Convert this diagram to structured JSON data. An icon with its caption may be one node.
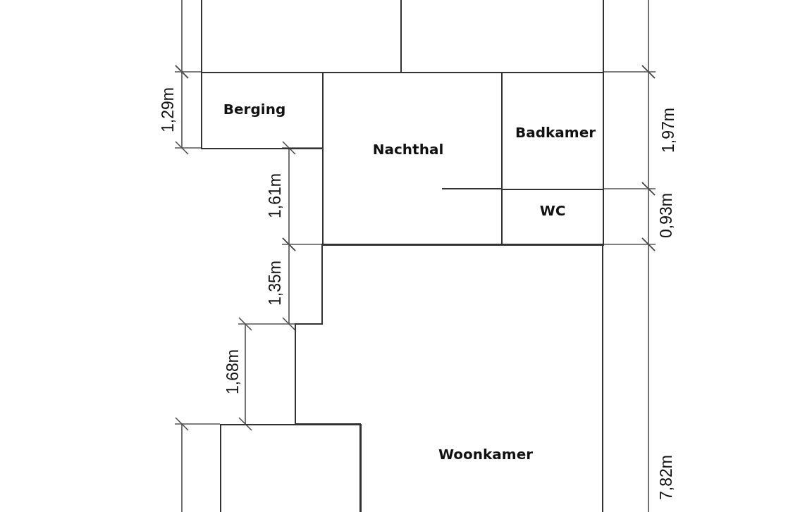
{
  "diagram": {
    "nodes": [
      {
        "text": [],
        "shape": "box"
      },
      {
        "text": [],
        "shape": "box"
      },
      {
        "text": [
          "Berging"
        ]
      },
      {
        "text": [
          "Nachthal"
        ]
      },
      {
        "text": [
          "Badkamer"
        ]
      },
      {
        "text": [
          "WC"
        ]
      },
      {
        "text": [
          "Woonkamer"
        ]
      },
      {
        "text": [],
        "shape": "box"
      }
    ],
    "labels": [
      "1,29m",
      "1,97m",
      "1,61m",
      "0,93m",
      "1,35m",
      "1,68m",
      "7,82m"
    ]
  }
}
